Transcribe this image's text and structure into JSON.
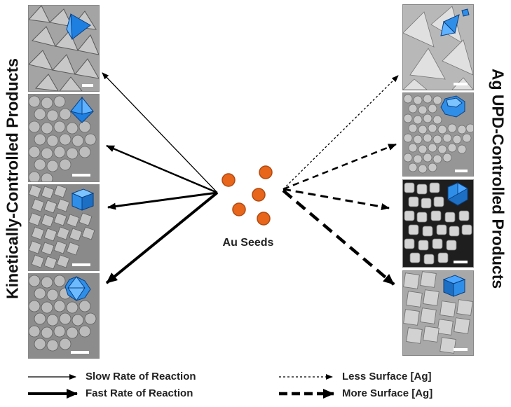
{
  "titles": {
    "left": "Kinetically-Controlled Products",
    "right": "Ag UPD-Controlled Products"
  },
  "center_label": "Au Seeds",
  "legend": {
    "slow": "Slow Rate of Reaction",
    "fast": "Fast Rate of Reaction",
    "less_ag": "Less Surface [Ag]",
    "more_ag": "More Surface [Ag]"
  },
  "colors": {
    "seed": "#e8651c",
    "seed_stroke": "#b04a10",
    "crystal": "#2f8fe8",
    "arrow": "#000000",
    "sem_background": "#9a9a9a"
  },
  "left_panels": [
    {
      "shape": "tetrahedron-icon",
      "arrow": "slow"
    },
    {
      "shape": "octahedron-icon",
      "arrow": "medium"
    },
    {
      "shape": "cube-icon",
      "arrow": "fast"
    },
    {
      "shape": "star-octahedron-icon",
      "arrow": "fastest"
    }
  ],
  "right_panels": [
    {
      "shape": "tetrahedron-icon",
      "arrow": "less-ag"
    },
    {
      "shape": "truncated-octahedron-icon",
      "arrow": "moderate-ag"
    },
    {
      "shape": "rhombic-dodecahedron-icon",
      "arrow": "high-ag"
    },
    {
      "shape": "cube-icon",
      "arrow": "more-ag"
    }
  ]
}
